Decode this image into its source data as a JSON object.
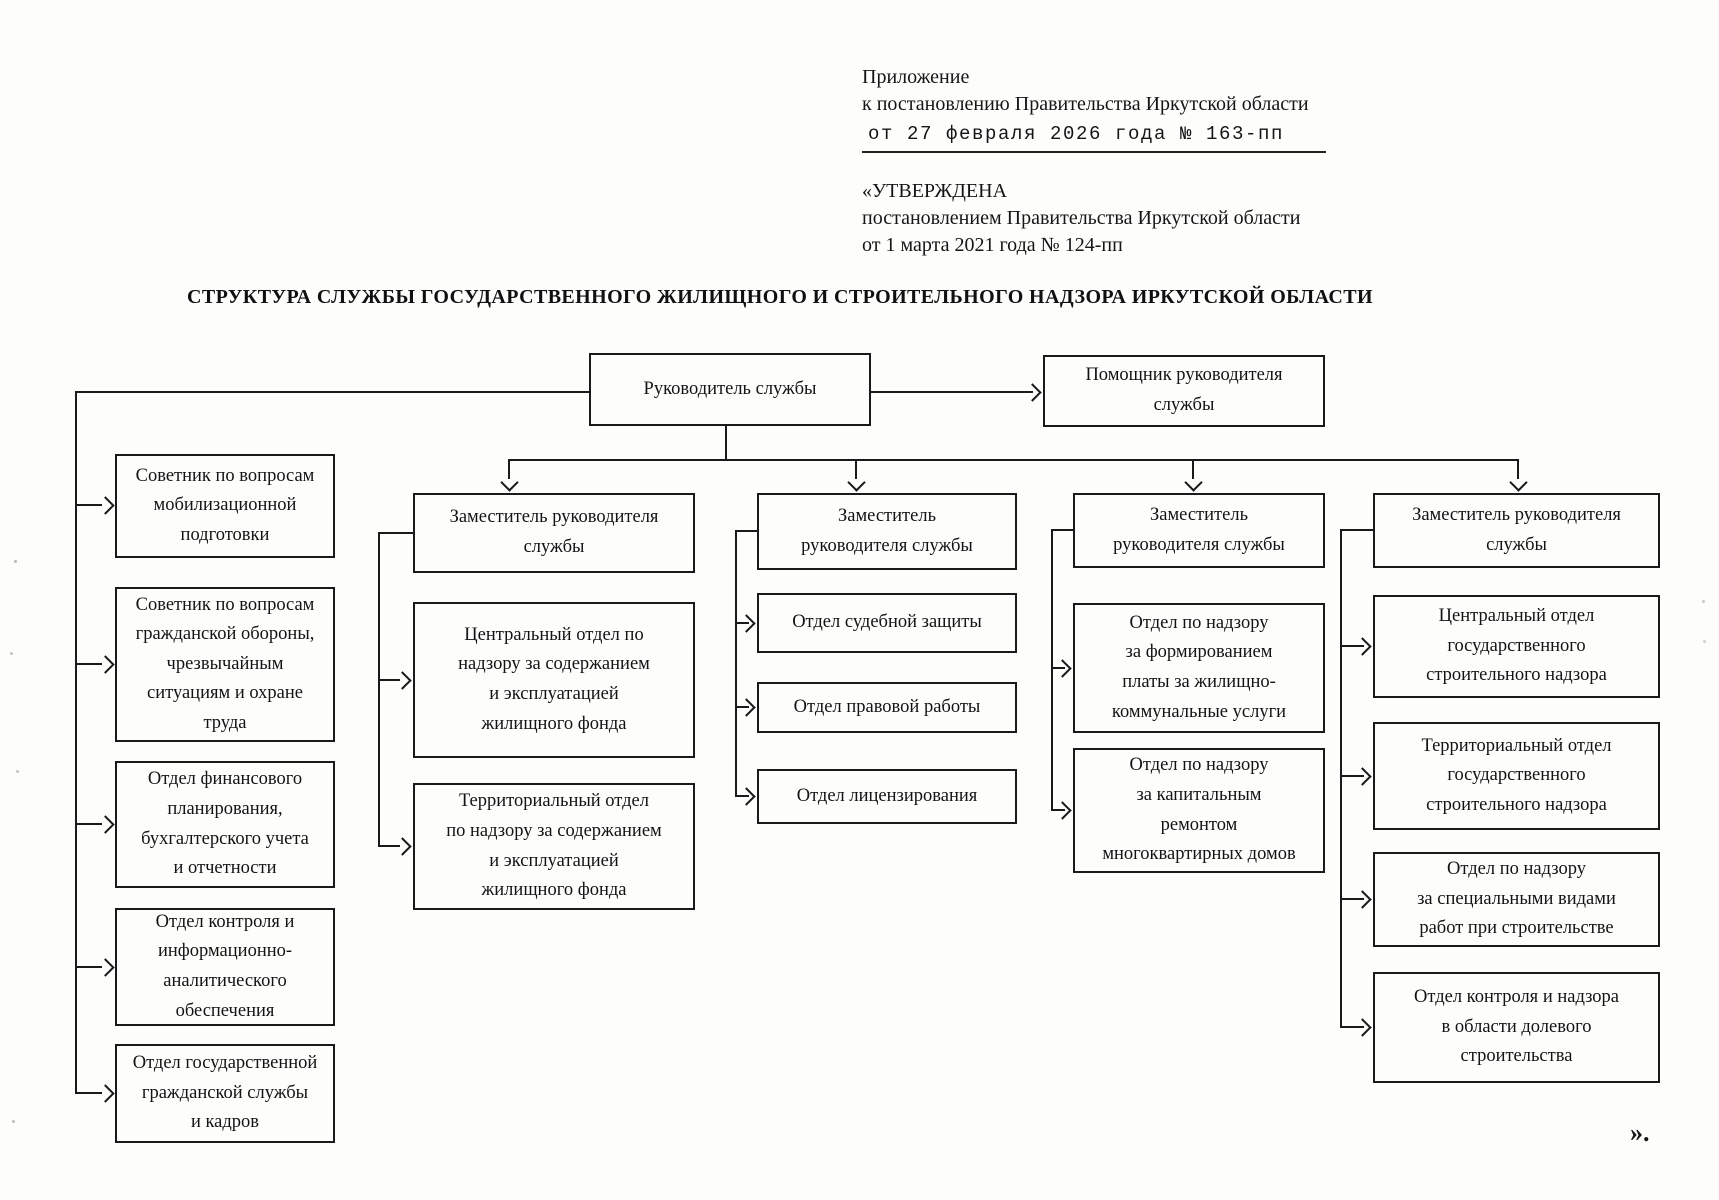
{
  "page": {
    "appendix_line1": "Приложение",
    "appendix_line2": "к постановлению Правительства Иркутской области",
    "appendix_typed_line": "от 27 февраля 2026 года № 163-пп",
    "approval_line1": "«УТВЕРЖДЕНА",
    "approval_line2": "постановлением Правительства Иркутской области",
    "approval_line3": "от 1 марта 2021 года № 124-пп",
    "title": "СТРУКТУРА СЛУЖБЫ ГОСУДАРСТВЕННОГО ЖИЛИЩНОГО И СТРОИТЕЛЬНОГО НАДЗОРА ИРКУТСКОЙ ОБЛАСТИ",
    "closing_mark": "»."
  },
  "org": {
    "head": {
      "label": "Руководитель службы"
    },
    "assistant": {
      "label": "Помощник руководителя\nслужбы"
    },
    "left_branch": [
      {
        "label": "Советник по вопросам\nмобилизационной\nподготовки"
      },
      {
        "label": "Советник по вопросам\nгражданской обороны,\nчрезвычайным\nситуациям и охране\nтруда"
      },
      {
        "label": "Отдел финансового\nпланирования,\nбухгалтерского учета\nи отчетности"
      },
      {
        "label": "Отдел контроля и\nинформационно-\nаналитического\nобеспечения"
      },
      {
        "label": "Отдел государственной\nгражданской службы\nи кадров"
      }
    ],
    "deputies": [
      {
        "label": "Заместитель руководителя\nслужбы",
        "departments": [
          {
            "label": "Центральный отдел по\nнадзору за содержанием\nи эксплуатацией\nжилищного фонда"
          },
          {
            "label": "Территориальный отдел\nпо надзору за содержанием\nи эксплуатацией\nжилищного фонда"
          }
        ]
      },
      {
        "label": "Заместитель\nруководителя службы",
        "departments": [
          {
            "label": "Отдел судебной защиты"
          },
          {
            "label": "Отдел правовой работы"
          },
          {
            "label": "Отдел лицензирования"
          }
        ]
      },
      {
        "label": "Заместитель\nруководителя службы",
        "departments": [
          {
            "label": "Отдел по надзору\nза формированием\nплаты за жилищно-\nкоммунальные услуги"
          },
          {
            "label": "Отдел по надзору\nза капитальным\nремонтом\nмногоквартирных домов"
          }
        ]
      },
      {
        "label": "Заместитель руководителя\nслужбы",
        "departments": [
          {
            "label": "Центральный отдел\nгосударственного\nстроительного надзора"
          },
          {
            "label": "Территориальный отдел\nгосударственного\nстроительного надзора"
          },
          {
            "label": "Отдел по надзору\nза специальными видами\nработ при строительстве"
          },
          {
            "label": "Отдел контроля и надзора\nв области долевого\nстроительства"
          }
        ]
      }
    ]
  },
  "colors": {
    "ink": "#1a1a1a",
    "paper": "#fdfdfc"
  }
}
